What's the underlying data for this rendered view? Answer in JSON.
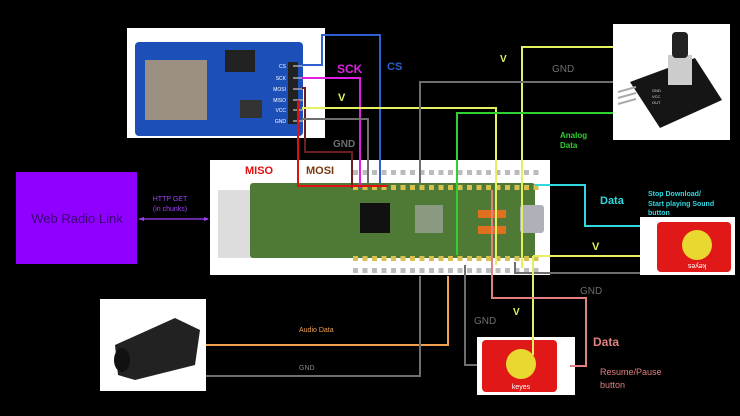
{
  "web_radio": {
    "label": "Web Radio Link",
    "link_label_1": "HTTP GET",
    "link_label_2": "(in chunks)"
  },
  "sd_module": {
    "pins": [
      "CS",
      "SCK",
      "MOSI",
      "MISO",
      "VCC",
      "GND"
    ]
  },
  "wires": {
    "sck": "SCK",
    "cs": "CS",
    "sd_v": "V",
    "sd_gnd": "GND",
    "miso": "MISO",
    "mosi": "MOSI",
    "pot_v": "V",
    "pot_gnd": "GND",
    "analog_1": "Analog",
    "analog_2": "Data",
    "stop_data": "Data",
    "stop_v": "V",
    "stop_gnd": "GND",
    "resume_v": "V",
    "resume_gnd": "GND",
    "resume_data": "Data",
    "audio_data": "Audio Data",
    "audio_gnd": "GND"
  },
  "pot_module": {
    "pins": [
      "GND",
      "VCC",
      "OUT"
    ]
  },
  "stop_button": {
    "label_1": "Stop Download/",
    "label_2": "Start playing Sound",
    "label_3": "button",
    "brand": "keyes"
  },
  "resume_button": {
    "label_1": "Resume/Pause",
    "label_2": "button",
    "brand": "keyes"
  },
  "colors": {
    "purple": "#8f00ff",
    "cs": "#2f5fd0",
    "sck": "#e020e0",
    "v": "#e4f060",
    "gnd": "#6e6e6e",
    "miso": "#e01010",
    "mosi": "#6a2020",
    "analog": "#30d030",
    "data": "#30d8e0",
    "resume_data": "#e08080",
    "audio": "#f0a050"
  }
}
